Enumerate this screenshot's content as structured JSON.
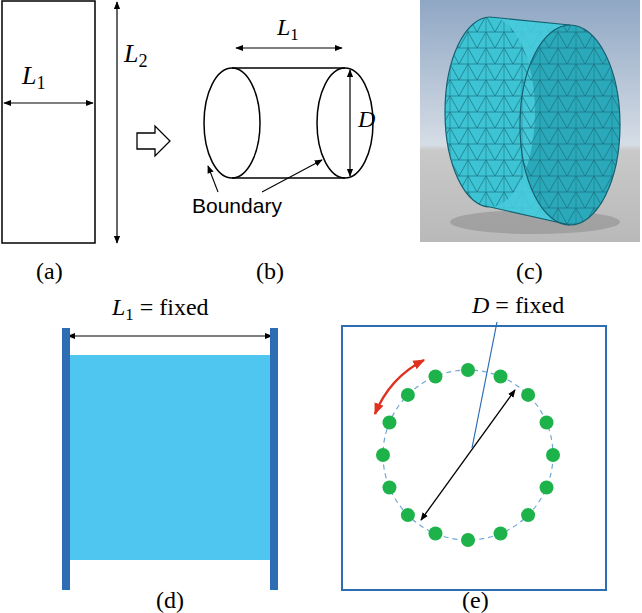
{
  "diagram": {
    "labels": [
      "L1",
      "L2",
      "L1",
      "D",
      "Boundary",
      "(a)",
      "(b)",
      "(c)",
      "L1 = fixed",
      "D = fixed",
      "(d)",
      "(e)"
    ]
  }
}
